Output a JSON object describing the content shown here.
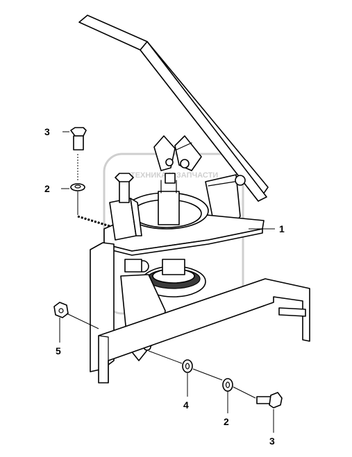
{
  "watermark": {
    "text": "ТЕХНИКА И ЗАПЧАСТИ"
  },
  "callouts": [
    {
      "id": "c1",
      "label": "1"
    },
    {
      "id": "c2a",
      "label": "2"
    },
    {
      "id": "c2b",
      "label": "2"
    },
    {
      "id": "c3a",
      "label": "3"
    },
    {
      "id": "c3b",
      "label": "3"
    },
    {
      "id": "c4",
      "label": "4"
    },
    {
      "id": "c5",
      "label": "5"
    }
  ]
}
